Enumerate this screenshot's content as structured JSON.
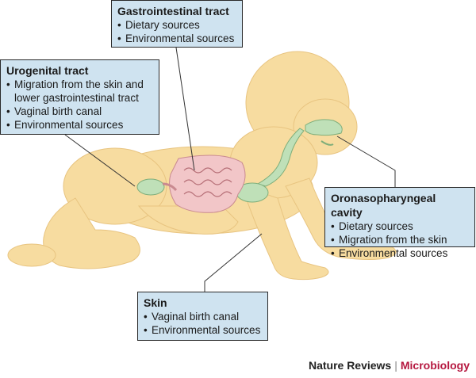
{
  "boxes": {
    "gastrointestinal": {
      "title": "Gastrointestinal tract",
      "items": [
        "Dietary sources",
        "Environmental sources"
      ]
    },
    "urogenital": {
      "title": "Urogenital tract",
      "items": [
        "Migration from the skin and",
        "lower gastrointestinal tract",
        "Vaginal birth canal",
        "Environmental sources"
      ]
    },
    "oronasopharyngeal": {
      "title": "Oronasopharyngeal cavity",
      "items": [
        "Dietary sources",
        "Migration from the skin",
        "Environmental sources"
      ]
    },
    "skin": {
      "title": "Skin",
      "items": [
        "Vaginal birth canal",
        "Environmental sources"
      ]
    }
  },
  "credit": {
    "brand": "Nature Reviews",
    "separator": "|",
    "journal": "Microbiology"
  },
  "colors": {
    "box_fill": "#cfe3f0",
    "baby_skin": "#f7dca0",
    "gut": "#f2c6c8",
    "tract_green": "#bfe0b8",
    "journal_accent": "#b5173f"
  }
}
